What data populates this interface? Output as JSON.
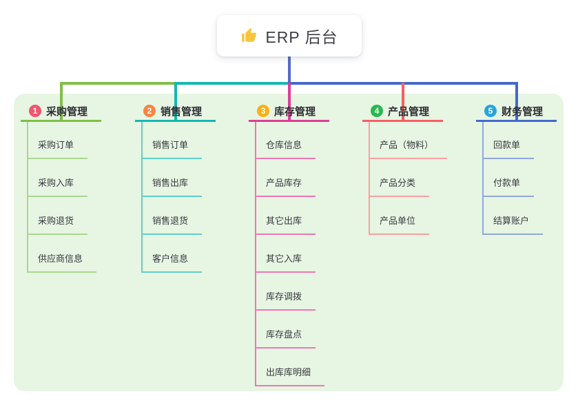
{
  "root": {
    "icon": "thumbs-up",
    "label": "ERP 后台"
  },
  "colors": {
    "root_line": "#5568ce",
    "panel_bg": "#e7f5e3",
    "card_bg": "#ffffff"
  },
  "branches": [
    {
      "badge": "1",
      "label": "采购管理",
      "color": "#7fbf45",
      "light_color": "#a8d88d",
      "badge_color": "#f4536e",
      "children": [
        "采购订单",
        "采购入库",
        "采购退货",
        "供应商信息"
      ]
    },
    {
      "badge": "2",
      "label": "销售管理",
      "color": "#14b8b0",
      "light_color": "#5ed0c8",
      "badge_color": "#f58545",
      "children": [
        "销售订单",
        "销售出库",
        "销售退货",
        "客户信息"
      ]
    },
    {
      "badge": "3",
      "label": "库存管理",
      "color": "#dd3d96",
      "light_color": "#ef76b4",
      "badge_color": "#fbb017",
      "children": [
        "仓库信息",
        "产品库存",
        "其它出库",
        "其它入库",
        "库存调拨",
        "库存盘点",
        "出库库明细"
      ]
    },
    {
      "badge": "4",
      "label": "产品管理",
      "color": "#f85e63",
      "light_color": "#faa0a2",
      "badge_color": "#28b850",
      "children": [
        "产品（物料）",
        "产品分类",
        "产品单位"
      ]
    },
    {
      "badge": "5",
      "label": "财务管理",
      "color": "#4468cc",
      "light_color": "#90a7e0",
      "badge_color": "#23a6df",
      "children": [
        "回款单",
        "付款单",
        "结算账户"
      ]
    }
  ]
}
